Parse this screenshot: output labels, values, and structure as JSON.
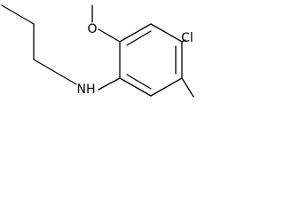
{
  "molecule": {
    "atoms": {
      "oxygen": "O",
      "chlorine": "Cl",
      "nitrogen_hydrogen": "NH"
    },
    "colors": {
      "ink": "#000000",
      "background": "#ffffff"
    }
  }
}
